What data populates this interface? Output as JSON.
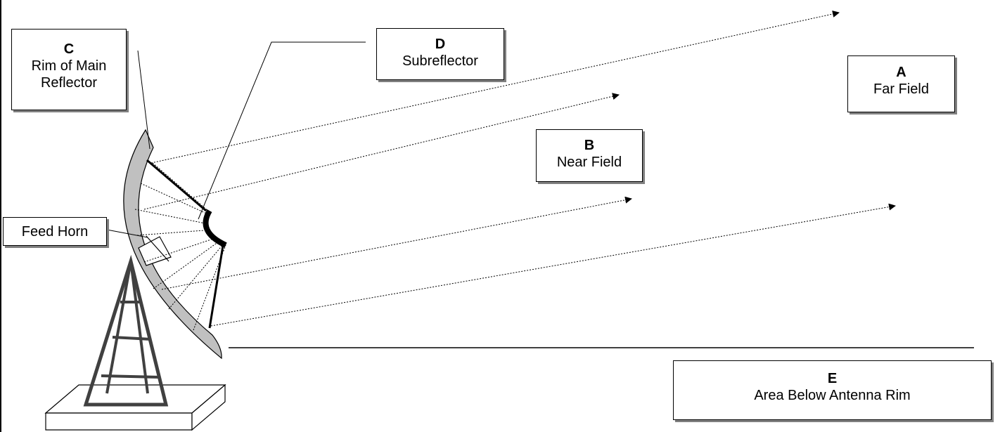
{
  "diagram": {
    "callouts": {
      "a": {
        "letter": "A",
        "text": "Far Field"
      },
      "b": {
        "letter": "B",
        "text": "Near Field"
      },
      "c": {
        "letter": "C",
        "line1": "Rim of Main",
        "line2": "Reflector"
      },
      "d": {
        "letter": "D",
        "text": "Subreflector"
      },
      "e": {
        "letter": "E",
        "text": "Area Below Antenna Rim"
      },
      "feed": {
        "text": "Feed Horn"
      }
    },
    "colors": {
      "reflector_fill": "#c0c0c0",
      "tower": "#404040",
      "shadow": "#808080",
      "line": "#000000"
    }
  }
}
